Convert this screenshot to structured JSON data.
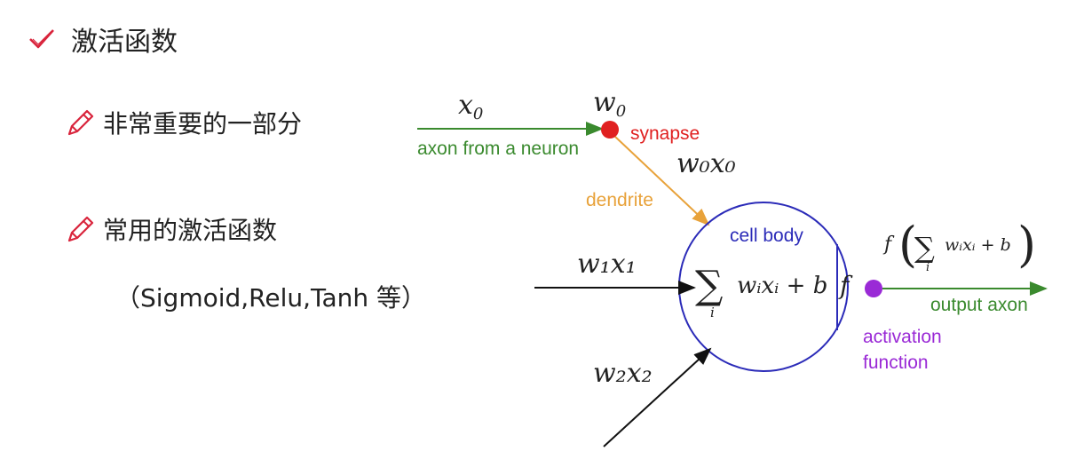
{
  "heading": {
    "icon": "check-icon",
    "title": "激活函数"
  },
  "bullets": [
    {
      "icon": "pencil-icon",
      "text": "非常重要的一部分"
    },
    {
      "icon": "pencil-icon",
      "text": "常用的激活函数"
    }
  ],
  "sub_note": "（Sigmoid,Relu,Tanh 等）",
  "diagram": {
    "x0": "x",
    "x0_sub": "0",
    "w0": "w",
    "w0_sub": "0",
    "synapse": "synapse",
    "axon_from": "axon from a neuron",
    "w0x0": "w₀x₀",
    "dendrite": "dendrite",
    "cell_body": "cell body",
    "w1x1": "w₁x₁",
    "w2x2": "w₂x₂",
    "sum_expr": "wᵢxᵢ + b",
    "sum_index": "i",
    "f": "f",
    "output_fn": "wᵢxᵢ + b",
    "output_f": "f",
    "output_axon": "output axon",
    "activation_line1": "activation",
    "activation_line2": "function",
    "colors": {
      "green": "#3a8a2e",
      "red": "#e02020",
      "orange": "#e8a23a",
      "blue": "#2b2bb8",
      "purple": "#9a2ad6",
      "check": "#d9243c"
    }
  }
}
